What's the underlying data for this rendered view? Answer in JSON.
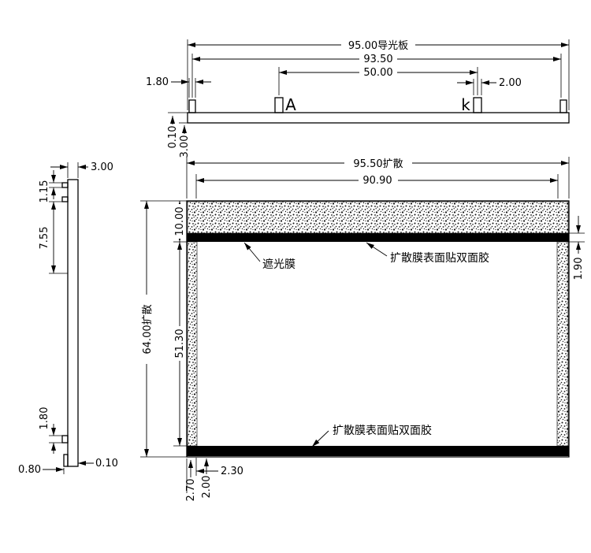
{
  "colors": {
    "line": "#000000",
    "background": "#ffffff",
    "film": "#000000"
  },
  "top_view": {
    "dim_overall": "95.00导光板",
    "dim_inner": "93.50",
    "dim_center": "50.00",
    "dim_left_tab": "1.80",
    "dim_right_tab": "2.00",
    "label_anode": "A",
    "label_cathode": "k",
    "dim_step": "0.10",
    "dim_thickness": "3.00"
  },
  "side_view": {
    "dim_thickness": "3.00",
    "dim_top_tab": "1.15",
    "dim_upper_section": "7.55",
    "dim_bottom_tab": "1.80",
    "dim_foot": "0.80",
    "dim_step": "0.10"
  },
  "front_view": {
    "dim_overall_width": "95.50扩散",
    "dim_inner_width": "90.90",
    "dim_top_band": "10.00",
    "dim_overall_height": "64.00扩散",
    "dim_inner_height": "51.30",
    "dim_shield_thickness": "1.90",
    "label_shield_film": "遮光膜",
    "label_adhesive_top": "扩散膜表面贴双面胶",
    "label_adhesive_bottom": "扩散膜表面贴双面胶",
    "dim_bottom_margin": "2.70",
    "dim_bottom_band": "2.00",
    "dim_side_band": "2.30"
  }
}
